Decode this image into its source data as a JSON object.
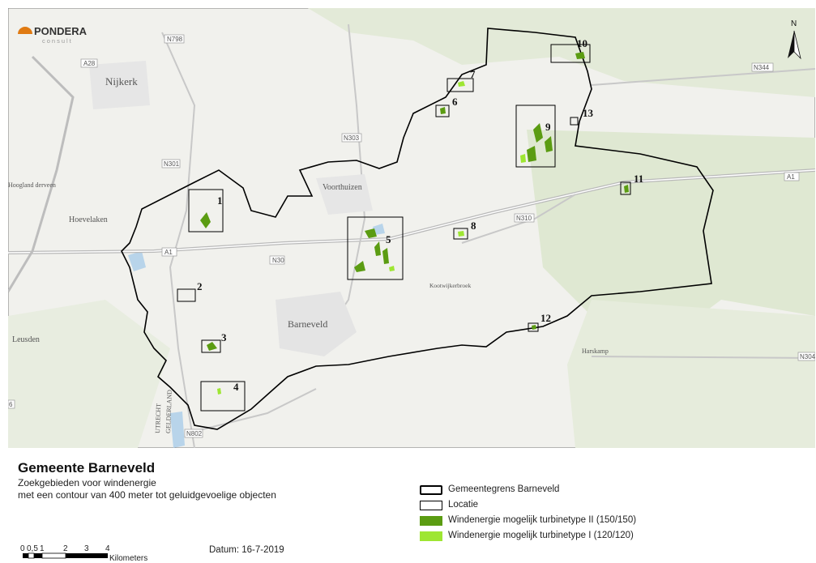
{
  "map": {
    "logo": {
      "name": "PONDERA",
      "tagline": "consult"
    },
    "north_label": "N",
    "places": [
      "Nijkerk",
      "Hoogland derveen",
      "Hoevelaken",
      "Voorthuizen",
      "Barneveld",
      "Leusden",
      "Kootwijkerbroek",
      "Harskamp",
      "UTRECHT",
      "GELDERLAND"
    ],
    "roads": [
      "N798",
      "A28",
      "N301",
      "N303",
      "N344",
      "A1",
      "A1",
      "N30",
      "N310",
      "N304",
      "N802",
      "6"
    ],
    "location_numbers": [
      "1",
      "2",
      "3",
      "4",
      "5",
      "6",
      "7",
      "8",
      "9",
      "10",
      "11",
      "12",
      "13"
    ],
    "colors": {
      "background": "#f1f1ed",
      "forest": "#dfe8d2",
      "water": "#b8d4ea",
      "boundary": "#000000",
      "type2": "#5b9c12",
      "type1": "#9ee632"
    }
  },
  "title": "Gemeente Barneveld",
  "subtitle_line1": "Zoekgebieden voor windenergie",
  "subtitle_line2": "met een contour van 400 meter tot geluidgevoelige objecten",
  "legend": [
    {
      "label": "Gemeentegrens Barneveld"
    },
    {
      "label": "Locatie"
    },
    {
      "label": "Windenergie mogelijk turbinetype II (150/150)"
    },
    {
      "label": "Windenergie mogelijk turbinetype I (120/120)"
    }
  ],
  "scale": {
    "ticks": [
      "0",
      "0,5",
      "1",
      "2",
      "3",
      "4"
    ],
    "unit": "Kilometers"
  },
  "date": "Datum: 16-7-2019"
}
